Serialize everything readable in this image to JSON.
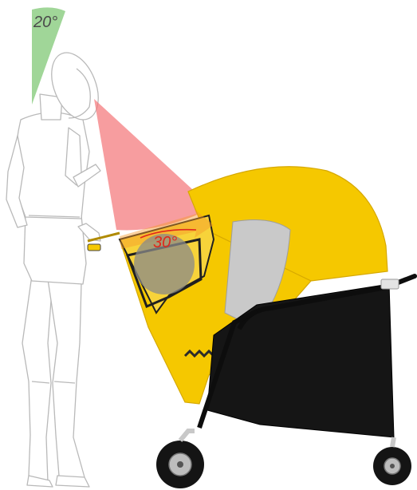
{
  "annotations": {
    "head_tilt_angle": "20°",
    "gaze_angle": "30°"
  },
  "colors": {
    "head_tilt_fill": "#8fcf86",
    "head_tilt_label": "#4a4a4a",
    "gaze_cone_fill": "#f4777a",
    "gaze_label": "#e0281c",
    "machine_yellow": "#f5c800",
    "frame_black": "#151515",
    "mannequin_outline": "#b9b9b9",
    "operator_zone_grey": "#8a8a8a"
  },
  "figure": {
    "subject": "operator-mannequin",
    "equipment": "wheeled-chipper-cart"
  }
}
